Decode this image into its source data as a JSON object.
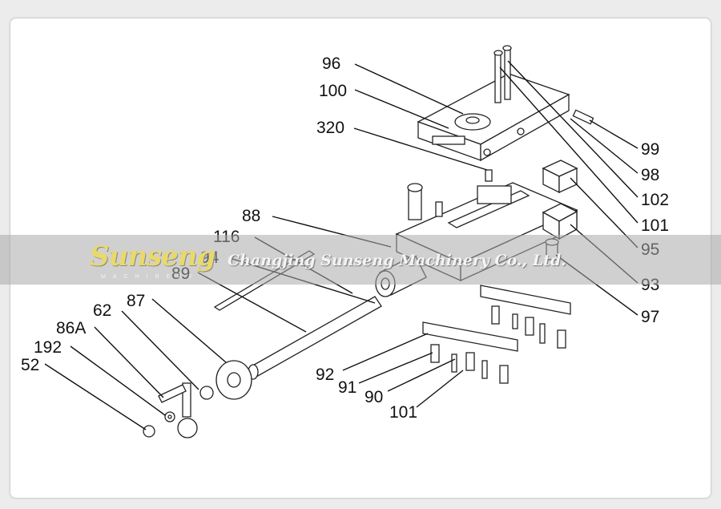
{
  "colors": {
    "background": "#ececec",
    "card": "#ffffff",
    "ink": "#111111",
    "banner": "#aaaaaa",
    "brand": "#e9d96b"
  },
  "watermark": {
    "brand": "Sunseng",
    "brand_sub": "MACHINERY",
    "company": "Changjing Sunseng Machinery Co., Ltd."
  },
  "callouts": [
    "96",
    "100",
    "320",
    "99",
    "98",
    "102",
    "101",
    "95",
    "93",
    "97",
    "88",
    "116",
    "94",
    "89",
    "87",
    "62",
    "86A",
    "192",
    "52",
    "92",
    "91",
    "90",
    "101"
  ]
}
